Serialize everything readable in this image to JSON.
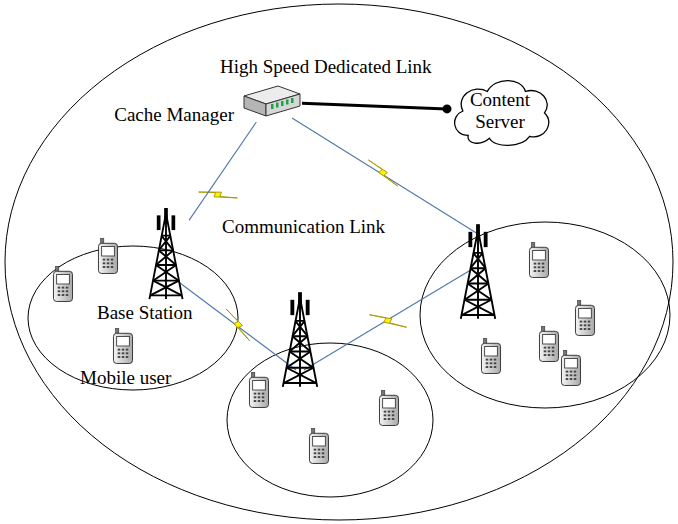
{
  "diagram": {
    "nodes": [
      {
        "text": [
          "Cache Manager"
        ]
      },
      {
        "text": [
          "Content Server"
        ]
      },
      {
        "text": [
          "Base Station"
        ]
      }
    ],
    "edges": [
      {
        "from": 0,
        "to": 1,
        "label": "High Speed Dedicated Link",
        "arrow": "none"
      },
      {
        "from": 0,
        "to": 2,
        "arrow": "none"
      }
    ],
    "labels": [
      "Communication Link",
      "Mobile user"
    ]
  }
}
